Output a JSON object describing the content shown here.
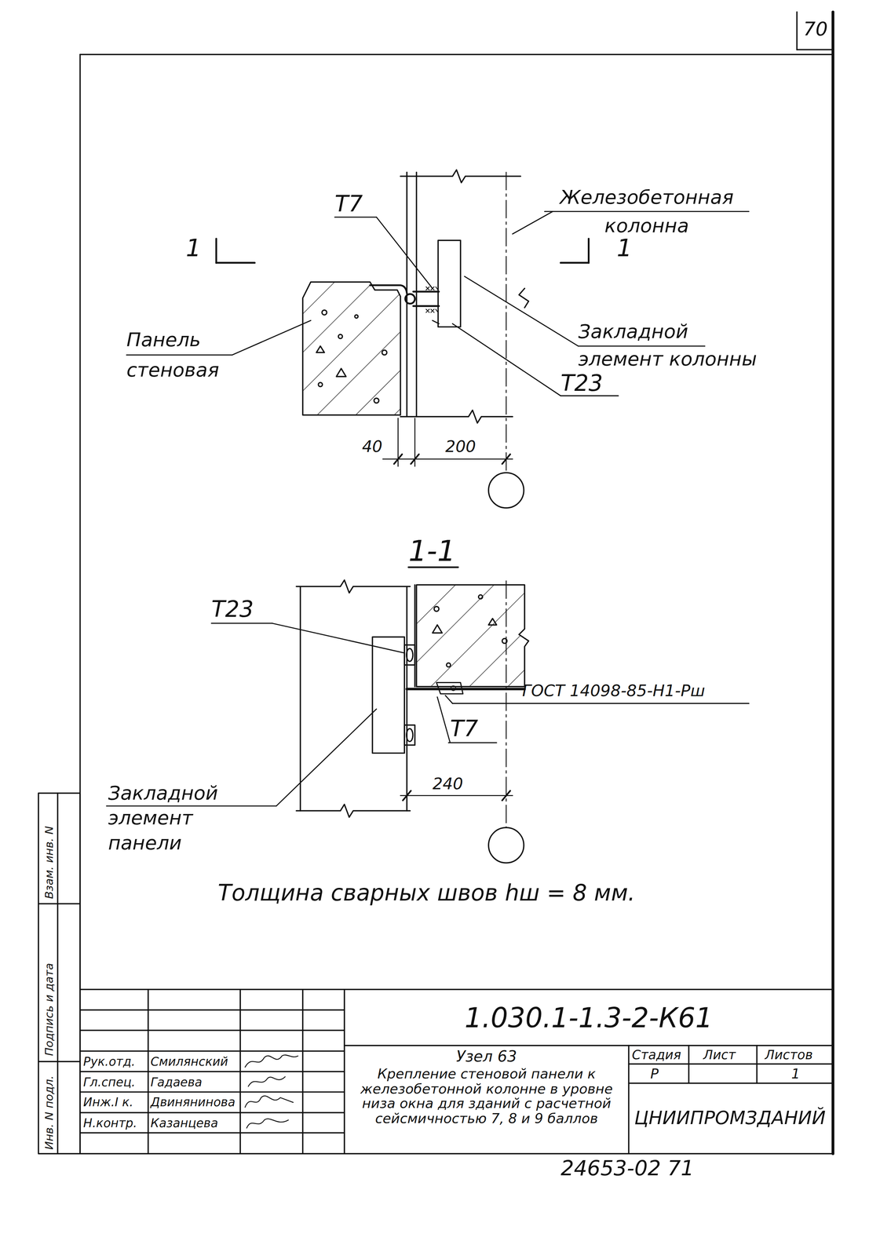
{
  "diagram": {
    "labels": [
      "70",
      "Т7",
      "Железобетонная колонна",
      "1",
      "1",
      "Закладной элемент колонны",
      "Панель стеновая",
      "Т23",
      "40",
      "200",
      "1-1",
      "Т23",
      "ГОСТ 14098-85-Н1-Рш",
      "Т7",
      "240",
      "Закладной элемент панели",
      "Толщина сварных швов hш = 8 мм.",
      "1.030.1-1.3-2-К61",
      "Рук.отд.",
      "Смилянский",
      "Гл.спец.",
      "Гадаева",
      "Инж.I к.",
      "Двинянинова",
      "Н.контр.",
      "Казанцева",
      "Узел 63",
      "Крепление стеновой панели к железобетонной колонне в уровне низа окна для зданий с расчетной сейсмичностью 7, 8 и 9 баллов",
      "Стадия",
      "Лист",
      "Листов",
      "Р",
      "1",
      "ЦНИИПРОМЗДАНИЙ",
      "24653-02 71",
      "Взам. инв. N",
      "Подпись и дата",
      "Инв. N подл."
    ]
  }
}
